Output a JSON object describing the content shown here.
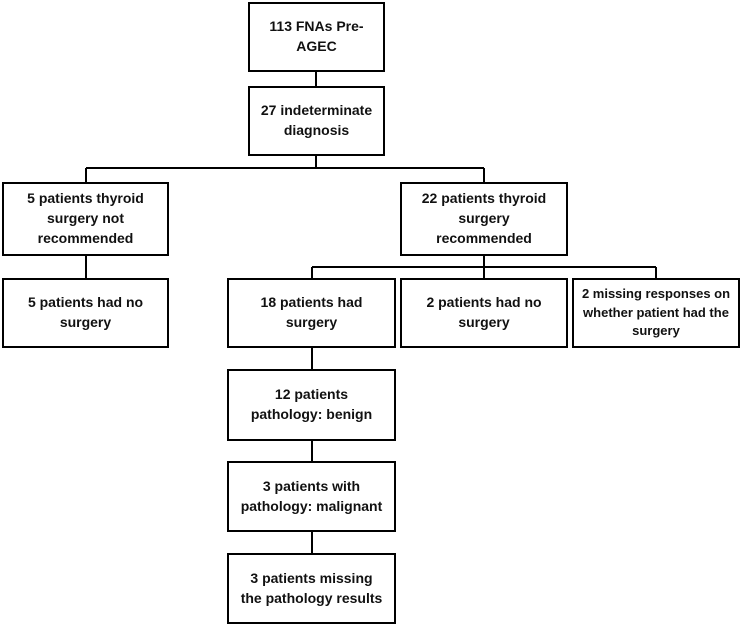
{
  "nodes": {
    "fnas_pre_agec": "113  FNAs Pre-\nAGEC",
    "indeterminate_diagnosis": "27 indeterminate\ndiagnosis",
    "surgery_not_recommended": "5 patients thyroid\nsurgery not\nrecommended",
    "surgery_recommended": "22 patients thyroid\nsurgery\nrecommended",
    "no_surgery_5": "5 patients had no\nsurgery",
    "had_surgery_18": "18 patients had\nsurgery",
    "no_surgery_2": "2 patients had no\nsurgery",
    "missing_responses": "2 missing responses on\nwhether patient had the\nsurgery",
    "pathology_benign": "12 patients\npathology: benign",
    "pathology_malignant": "3 patients with\npathology: malignant",
    "missing_pathology": "3 patients missing\nthe pathology results"
  },
  "colors": {
    "stroke": "#000000",
    "text": "#111111",
    "background": "#ffffff"
  }
}
